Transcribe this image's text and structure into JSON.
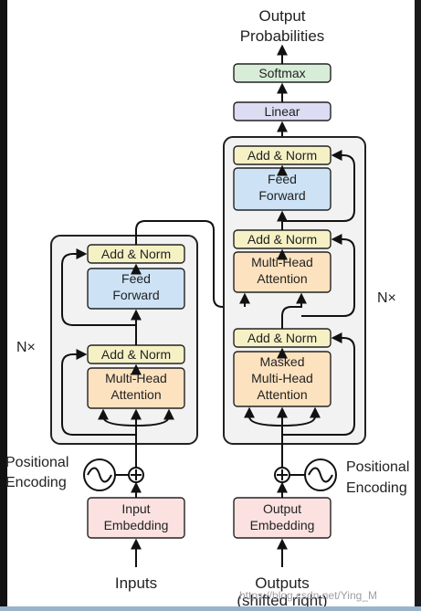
{
  "output_label_1": "Output",
  "output_label_2": "Probabilities",
  "softmax": "Softmax",
  "linear": "Linear",
  "encoder": {
    "add_norm_top": "Add & Norm",
    "ff_1": "Feed",
    "ff_2": "Forward",
    "add_norm_bottom": "Add & Norm",
    "mha_1": "Multi-Head",
    "mha_2": "Attention",
    "nx": "N×",
    "pos_enc_1": "Positional",
    "pos_enc_2": "Encoding",
    "emb_1": "Input",
    "emb_2": "Embedding",
    "input_label": "Inputs"
  },
  "decoder": {
    "add_norm_top": "Add & Norm",
    "ff_1": "Feed",
    "ff_2": "Forward",
    "add_norm_mid": "Add & Norm",
    "mha_1": "Multi-Head",
    "mha_2": "Attention",
    "add_norm_bottom": "Add & Norm",
    "mmha_1": "Masked",
    "mmha_2": "Multi-Head",
    "mmha_3": "Attention",
    "nx": "N×",
    "pos_enc_1": "Positional",
    "pos_enc_2": "Encoding",
    "emb_1": "Output",
    "emb_2": "Embedding",
    "output_label_1": "Outputs",
    "output_label_2": "(shifted right)"
  },
  "watermark": "https://blog.csdn.net/Ying_M"
}
